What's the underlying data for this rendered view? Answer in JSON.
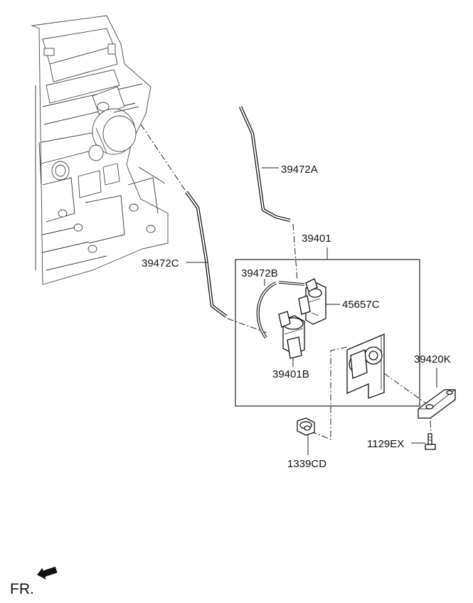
{
  "labels": {
    "hose_a": "39472A",
    "assembly": "39401",
    "hose_c": "39472C",
    "hose_b": "39472B",
    "valve_c": "45657C",
    "bracket": "39420K",
    "solenoid_b": "39401B",
    "bolt": "1129EX",
    "nut": "1339CD",
    "front": "FR."
  },
  "colors": {
    "line": "#222222",
    "background": "#ffffff"
  }
}
